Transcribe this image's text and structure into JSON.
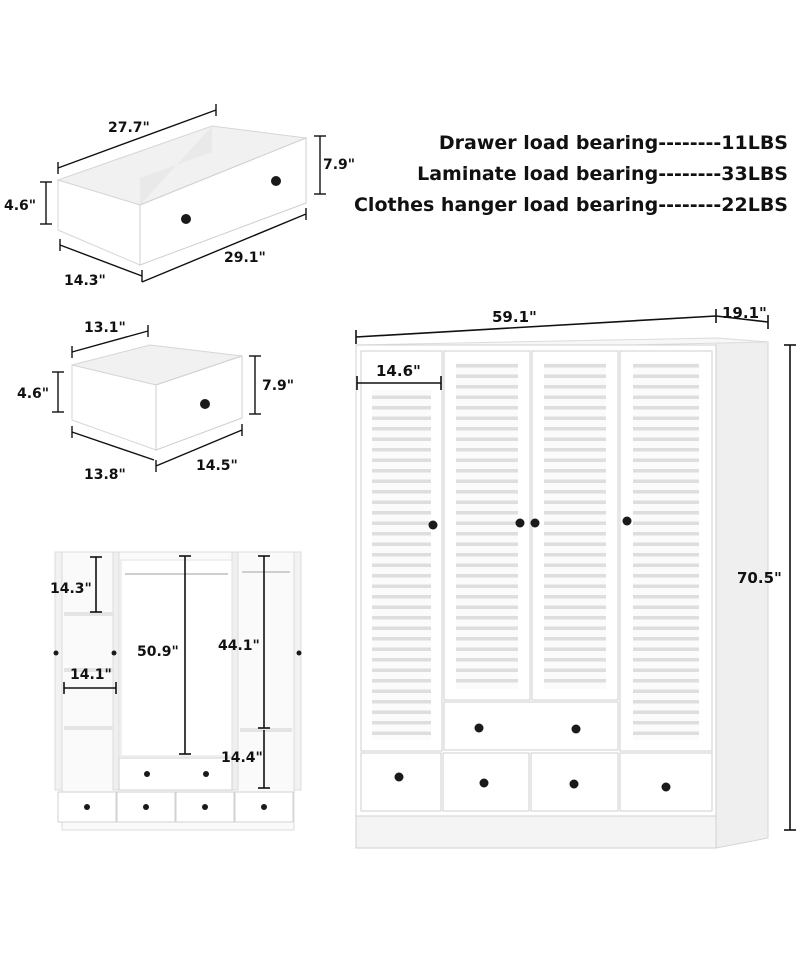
{
  "specs": [
    {
      "label": "Drawer load bearing",
      "sep": "--------",
      "value": "11LBS"
    },
    {
      "label": "Laminate load bearing",
      "sep": "--------",
      "value": "33LBS"
    },
    {
      "label": "Clothes hanger load bearing",
      "sep": "--------",
      "value": "22LBS"
    }
  ],
  "large_drawer": {
    "width": "27.7\"",
    "front_height": "7.9\"",
    "side_height": "4.6\"",
    "depth": "14.3\"",
    "front_width": "29.1\""
  },
  "small_drawer": {
    "width": "13.1\"",
    "front_height": "7.9\"",
    "side_height": "4.6\"",
    "depth": "13.8\"",
    "front_width": "14.5\""
  },
  "interior": {
    "shelf_height": "14.3\"",
    "shelf_width": "14.1\"",
    "hanging_left": "50.9\"",
    "hanging_right": "44.1\"",
    "bottom_shelf": "14.4\""
  },
  "wardrobe": {
    "width": "59.1\"",
    "depth": "19.1\"",
    "height": "70.5\"",
    "door_width": "14.6\""
  },
  "colors": {
    "panel": "#ffffff",
    "edge": "#d9d9d9",
    "shade": "#ececec",
    "line": "#111111",
    "knob": "#1a1a1a"
  }
}
